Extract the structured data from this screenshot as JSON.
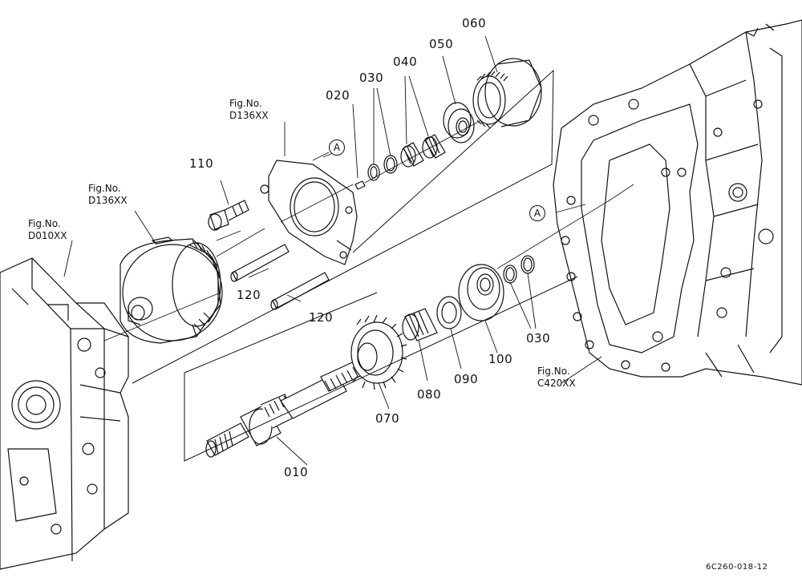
{
  "figure_refs": {
    "left_housing": {
      "line1": "Fig.No.",
      "line2": "D010XX"
    },
    "clutch_pack": {
      "line1": "Fig.No.",
      "line2": "D136XX"
    },
    "cover_plate": {
      "line1": "Fig.No.",
      "line2": "D136XX"
    },
    "right_case": {
      "line1": "Fig.No.",
      "line2": "C420XX"
    }
  },
  "parts": {
    "p010": "010",
    "p020": "020",
    "p030_top": "030",
    "p030_bottom": "030",
    "p040": "040",
    "p050": "050",
    "p060": "060",
    "p070": "070",
    "p080": "080",
    "p090": "090",
    "p100": "100",
    "p110": "110",
    "p120_upper": "120",
    "p120_lower": "120"
  },
  "reference_marker": "A",
  "diagram_code": "6C260-018-12"
}
